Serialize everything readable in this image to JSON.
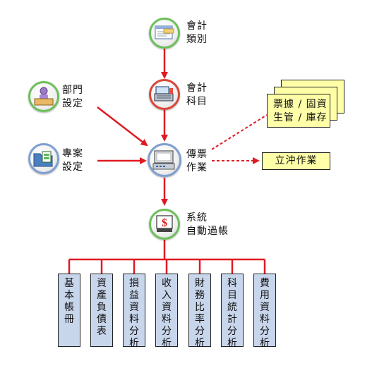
{
  "nodes": {
    "account_category": "會計\n類別",
    "account_subject": "會計\n科目",
    "department": "部門\n設定",
    "project": "專案\n設定",
    "voucher": "傳票\n作業",
    "auto_post": "系統\n自動過帳",
    "bill_mgmt": "票據 / 固資\n生管 / 庫存",
    "reversal": "立沖作業"
  },
  "reports": [
    "基\n本\n帳\n冊",
    "資\n產\n負\n債\n表",
    "損\n益\n資\n料\n分\n析",
    "收\n入\n資\n料\n分\n析",
    "財\n務\n比\n率\n分\n析",
    "科\n目\n統\n計\n分\n析",
    "費\n用\n資\n料\n分\n析"
  ],
  "colors": {
    "arrow": "#e01a22",
    "report_fill": "#c8d6ec",
    "note_fill": "#ffffa8"
  },
  "icons": [
    "ledger-icon",
    "cash-register-icon",
    "person-desk-icon",
    "folder-icon",
    "computer-icon",
    "dollar-monitor-icon"
  ]
}
